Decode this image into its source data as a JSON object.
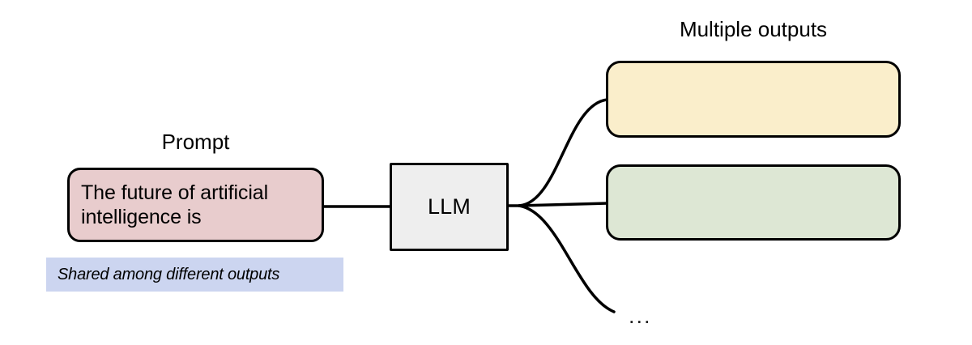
{
  "diagram": {
    "title_right": "Multiple outputs",
    "prompt_label": "Prompt",
    "prompt_text": "The future of artificial\nintelligence is",
    "llm_label": "LLM",
    "ellipsis": "...",
    "shared_note": "Shared among different outputs",
    "outputs": [
      {
        "id": "output-1",
        "text": "",
        "fill": "#faeecb"
      },
      {
        "id": "output-2",
        "text": "",
        "fill": "#dde7d4"
      }
    ],
    "colors": {
      "prompt_fill": "#e8cccd",
      "llm_fill": "#eeeeee",
      "output_1_fill": "#faeecb",
      "output_2_fill": "#dde7d4",
      "shared_banner_fill": "#ccd5f0",
      "stroke": "#000000",
      "background": "#ffffff"
    }
  }
}
